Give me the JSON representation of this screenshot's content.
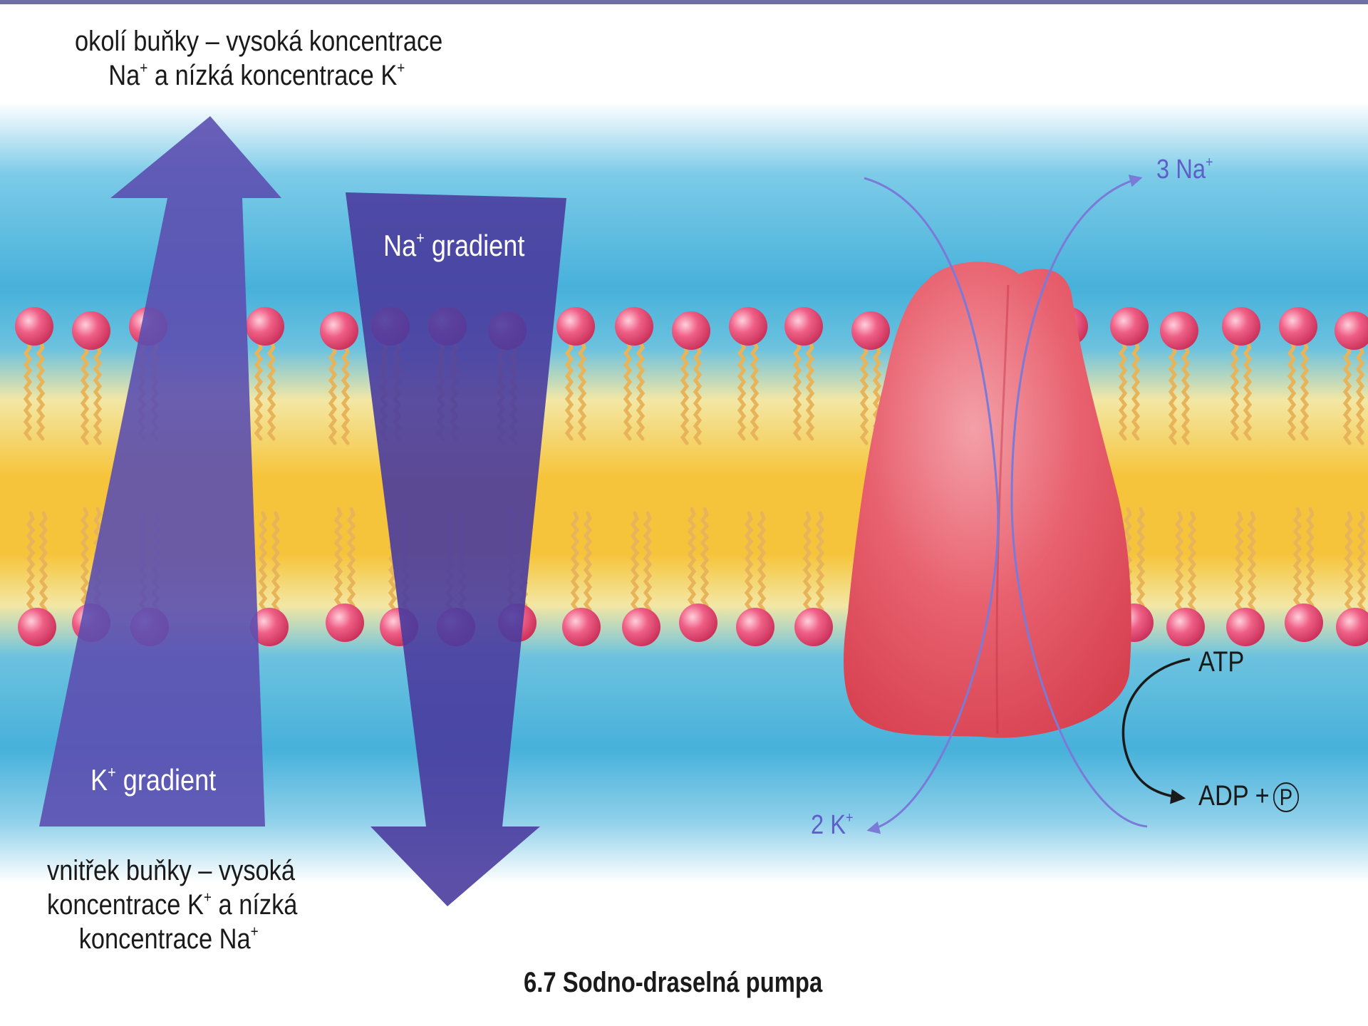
{
  "labels": {
    "top_line1": "okolí buňky – vysoká koncentrace",
    "top_line2_a": "Na",
    "top_line2_b": " a nízká koncentrace K",
    "bottom_line1": "vnitřek buňky – vysoká",
    "bottom_line2_a": "koncentrace K",
    "bottom_line2_b": " a nízká",
    "bottom_line3_a": "koncentrace Na",
    "plus": "+",
    "k_gradient_a": "K",
    "k_gradient_b": " gradient",
    "na_gradient_a": "Na",
    "na_gradient_b": " gradient",
    "na_out_a": "3 Na",
    "k_in_a": "2 K",
    "atp": "ATP",
    "adp": "ADP +",
    "phosphate": "P",
    "caption": "6.7 Sodno-draselná pumpa"
  },
  "colors": {
    "k_arrow": "#5c4fb0",
    "na_arrow": "#4a3c9e",
    "lipid_head": "#ec4f7a",
    "lipid_tail": "#e8b45a",
    "membrane_core": "#f6c43a",
    "water": "#4fb6dc",
    "pump": "#e85a6a",
    "ion_path": "#7a7ad8"
  },
  "icons": {
    "phosphate": "circled-p-icon",
    "reaction": "curved-arrow-icon"
  }
}
